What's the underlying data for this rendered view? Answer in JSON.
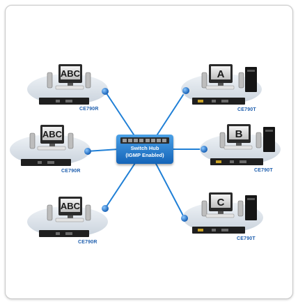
{
  "hub": {
    "title": "Switch Hub",
    "subtitle": "(IGMP Enabled)"
  },
  "nodes": [
    {
      "id": "rx1",
      "screen": "ABC",
      "device": "CE790R"
    },
    {
      "id": "rx2",
      "screen": "ABC",
      "device": "CE790R"
    },
    {
      "id": "rx3",
      "screen": "ABC",
      "device": "CE790R"
    },
    {
      "id": "tx1",
      "screen": "A",
      "device": "CE790T"
    },
    {
      "id": "tx2",
      "screen": "B",
      "device": "CE790T"
    },
    {
      "id": "tx3",
      "screen": "C",
      "device": "CE790T"
    }
  ],
  "colors": {
    "link": "#1f7fd6",
    "connector": "#1d6fc4",
    "label": "#1f5fae",
    "platform": "#d6dee8",
    "hub": "#2a80d0"
  }
}
